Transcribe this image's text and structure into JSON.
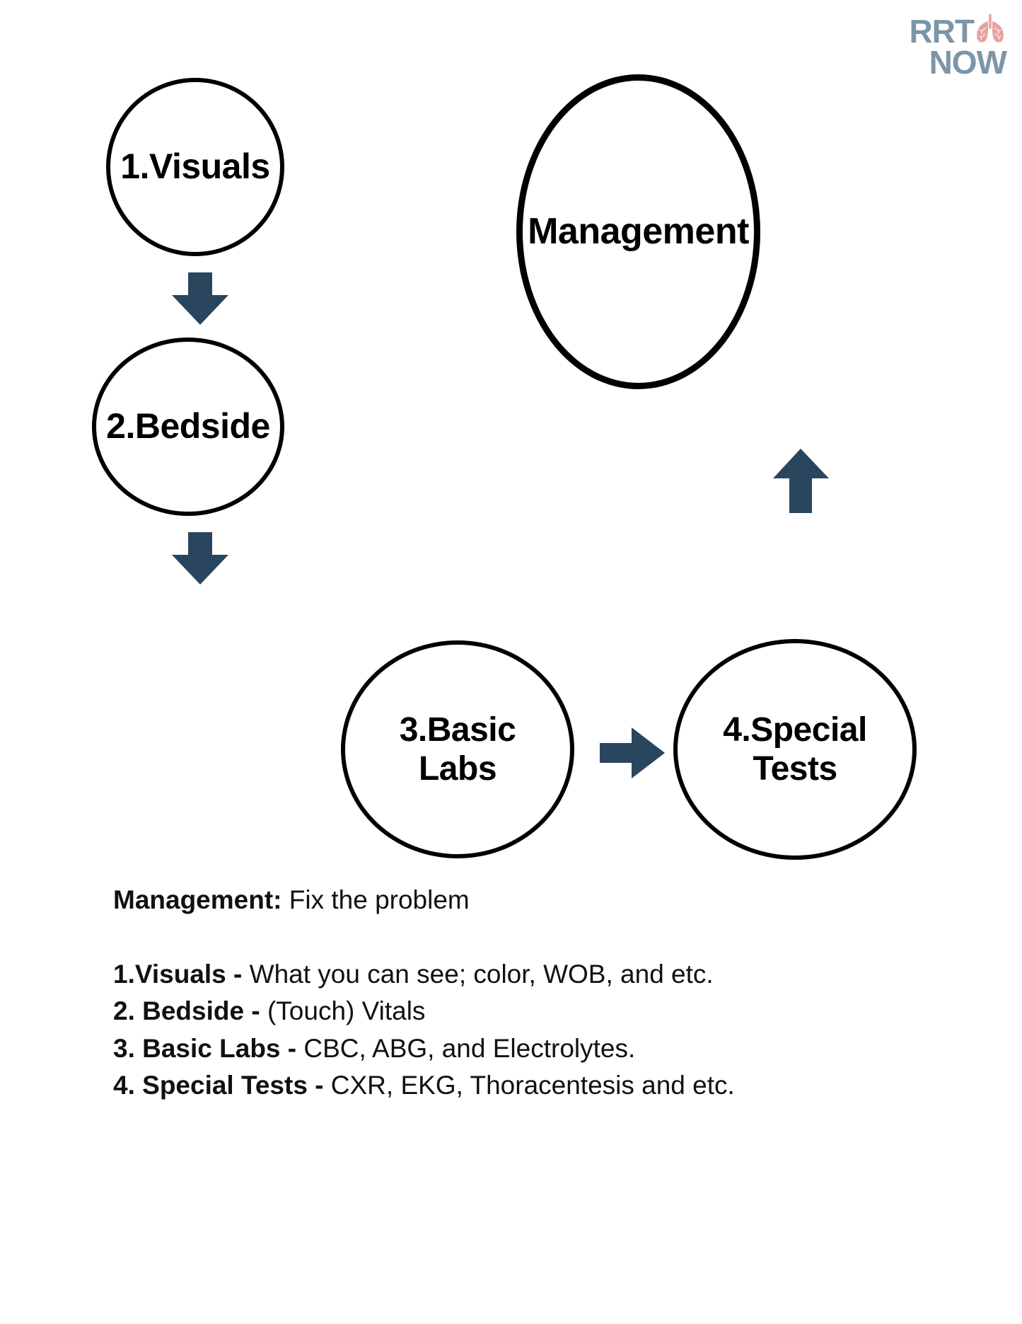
{
  "logo": {
    "line1": "RRT",
    "line2": "NOW",
    "icon": "lungs-icon",
    "text_color": "#7b96a8",
    "icon_color": "#e8a0a0"
  },
  "diagram": {
    "type": "flow-cycle",
    "node_stroke_color": "#000000",
    "arrow_color": "#2a455e",
    "nodes": [
      {
        "id": "visuals",
        "label": "1.Visuals"
      },
      {
        "id": "bedside",
        "label": "2.Bedside"
      },
      {
        "id": "labs",
        "label": "3.Basic Labs"
      },
      {
        "id": "special",
        "label": "4.Special Tests"
      },
      {
        "id": "management",
        "label": "Management"
      }
    ],
    "arrows": [
      {
        "id": "visuals-to-bedside",
        "direction": "down"
      },
      {
        "id": "bedside-to-labs",
        "direction": "down"
      },
      {
        "id": "labs-to-special",
        "direction": "right"
      },
      {
        "id": "special-to-management",
        "direction": "up"
      }
    ]
  },
  "notes": {
    "lead_label": "Management:",
    "lead_text": " Fix the problem",
    "items": [
      {
        "label": "1.Visuals -",
        "text": " What you can see; color, WOB, and etc."
      },
      {
        "label": "2. Bedside -",
        "text": " (Touch) Vitals"
      },
      {
        "label": "3. Basic Labs -",
        "text": " CBC, ABG, and Electrolytes."
      },
      {
        "label": "4. Special Tests -",
        "text": " CXR, EKG, Thoracentesis and etc."
      }
    ]
  }
}
